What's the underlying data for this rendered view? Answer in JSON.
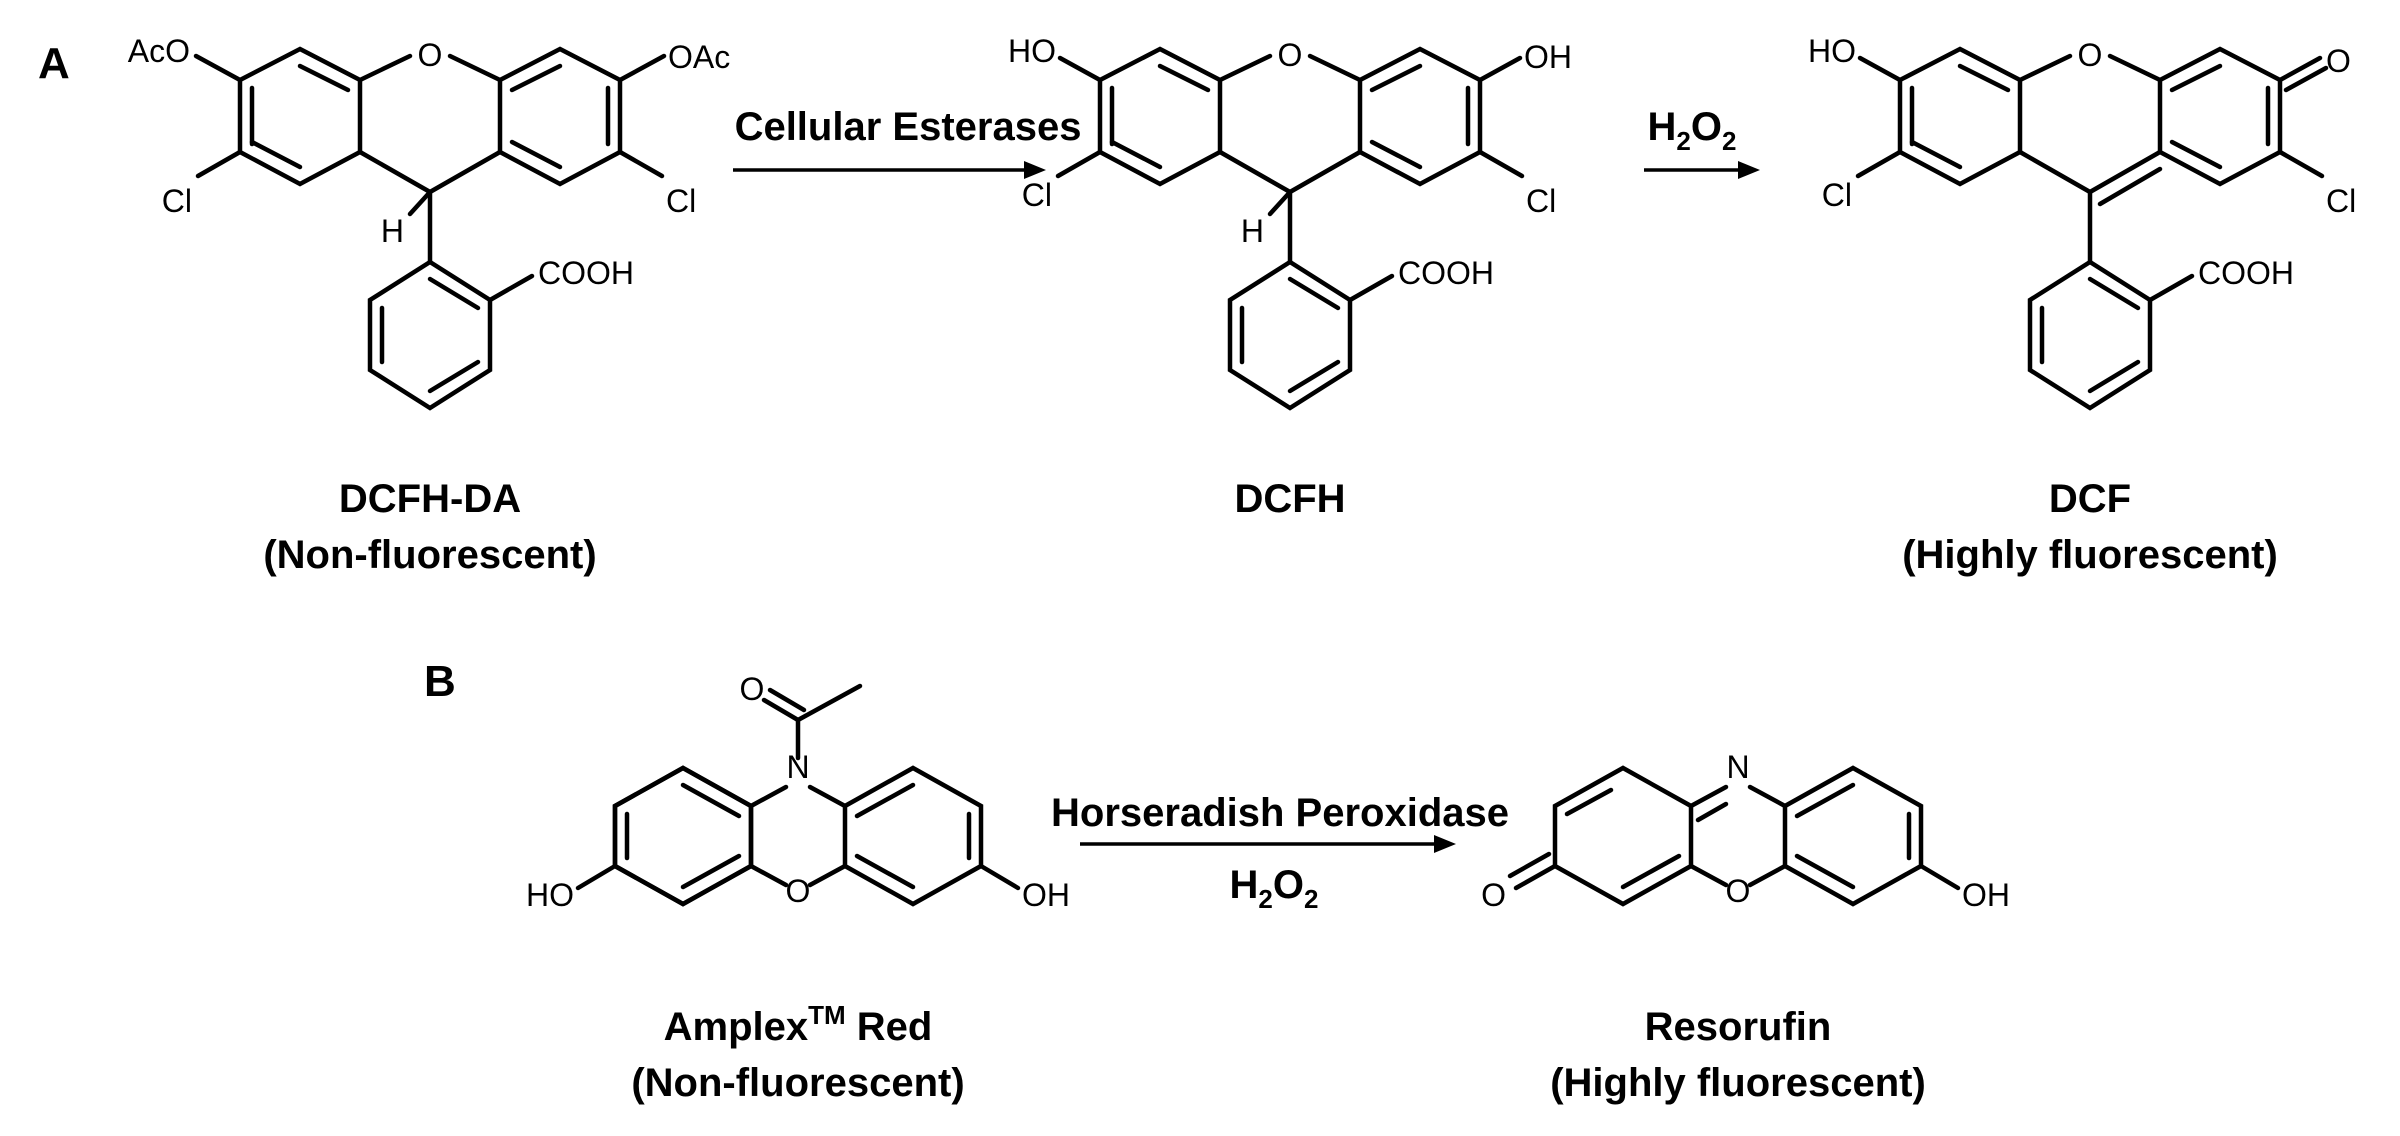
{
  "panels": {
    "a": "A",
    "b": "B"
  },
  "reaction_a": {
    "step1_reagent": "Cellular Esterases",
    "step2_reagent": {
      "base": "H",
      "sub1": "2",
      "mid": "O",
      "sub2": "2"
    },
    "compound1": {
      "name": "DCFH-DA",
      "note": "(Non-fluorescent)",
      "oac_left": "AcO",
      "oac_right": "OAc"
    },
    "compound2": {
      "name": "DCFH"
    },
    "compound3": {
      "name": "DCF",
      "note": "(Highly fluorescent)"
    }
  },
  "reaction_b": {
    "reagent_enzyme": "Horseradish Peroxidase",
    "reagent_oxidant": {
      "base": "H",
      "sub1": "2",
      "mid": "O",
      "sub2": "2"
    },
    "compound1": {
      "name": "Amplex",
      "sup": "TM",
      "name_suffix": " Red",
      "note": "(Non-fluorescent)"
    },
    "compound2": {
      "name": "Resorufin",
      "note": "(Highly fluorescent)"
    }
  },
  "atoms": {
    "O": "O",
    "N": "N",
    "Cl": "Cl",
    "H": "H",
    "HO": "HO",
    "OH": "OH",
    "COOH": "COOH"
  },
  "colors": {
    "ink": "#000000",
    "background": "#ffffff"
  }
}
